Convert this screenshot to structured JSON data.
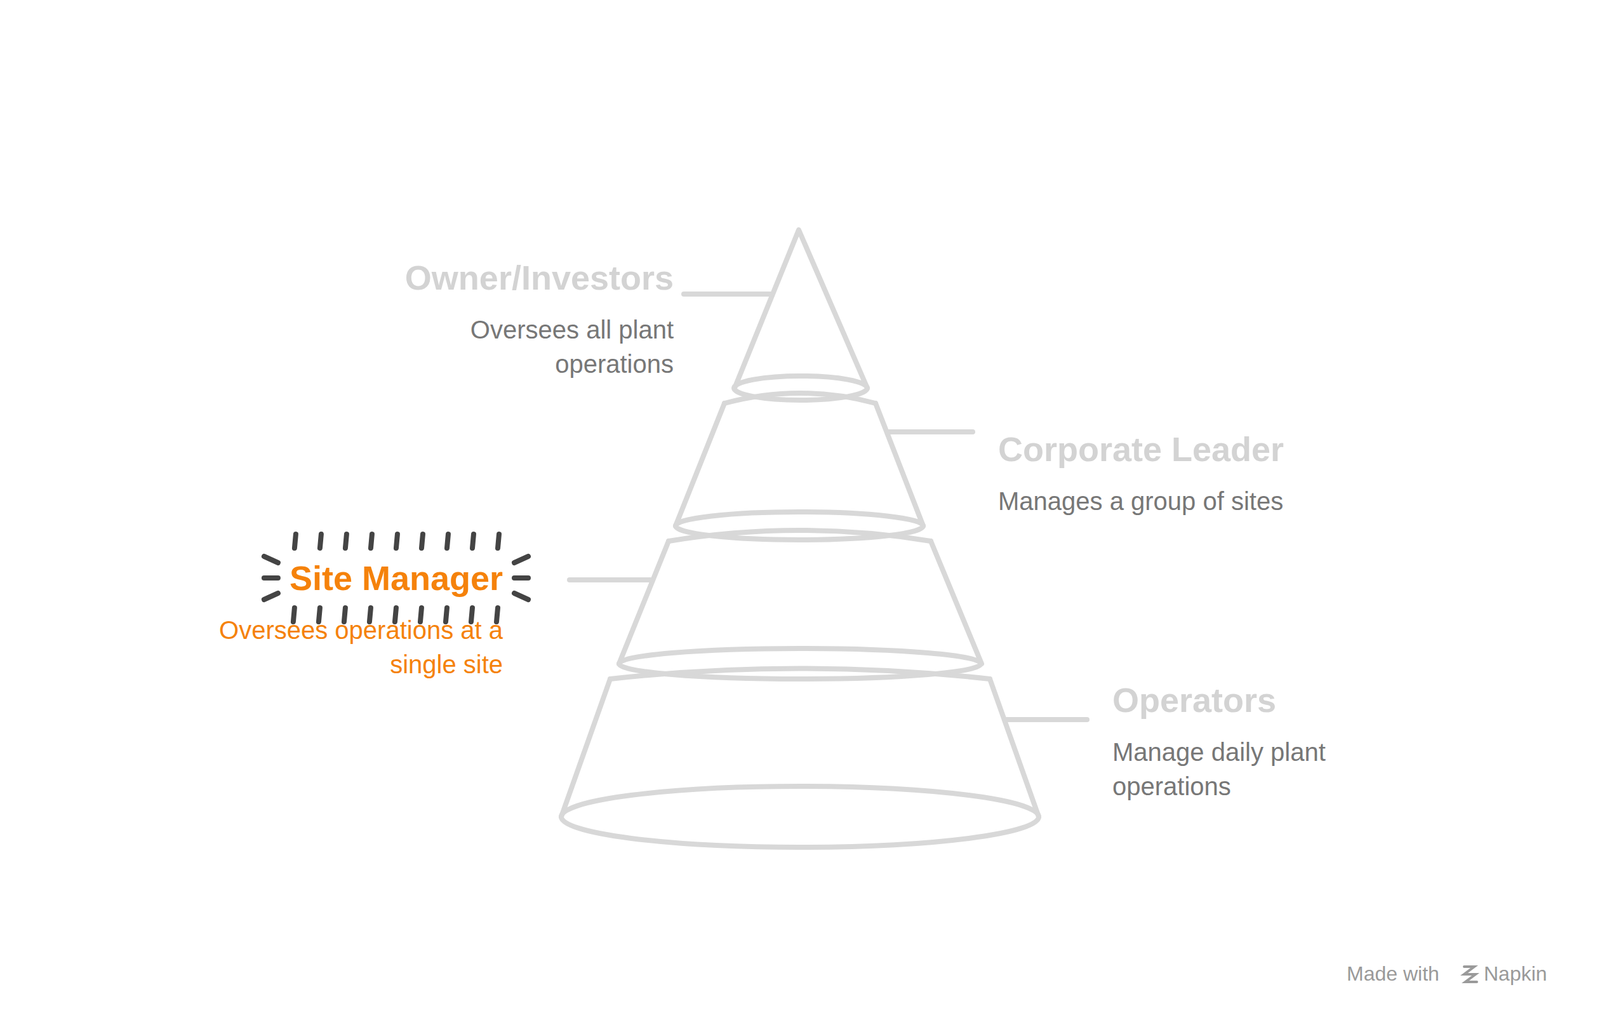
{
  "diagram": {
    "nodes": [
      {
        "text": [
          "Owner/Investors",
          "Oversees all plant operations"
        ]
      },
      {
        "text": [
          "Corporate Leader",
          "Manages a group of sites"
        ]
      },
      {
        "text": [
          "Site Manager",
          "Oversees operations at a single site"
        ]
      },
      {
        "text": [
          "Operators",
          "Manage daily plant operations"
        ]
      }
    ],
    "labels": [
      "Made with",
      "Napkin"
    ]
  }
}
